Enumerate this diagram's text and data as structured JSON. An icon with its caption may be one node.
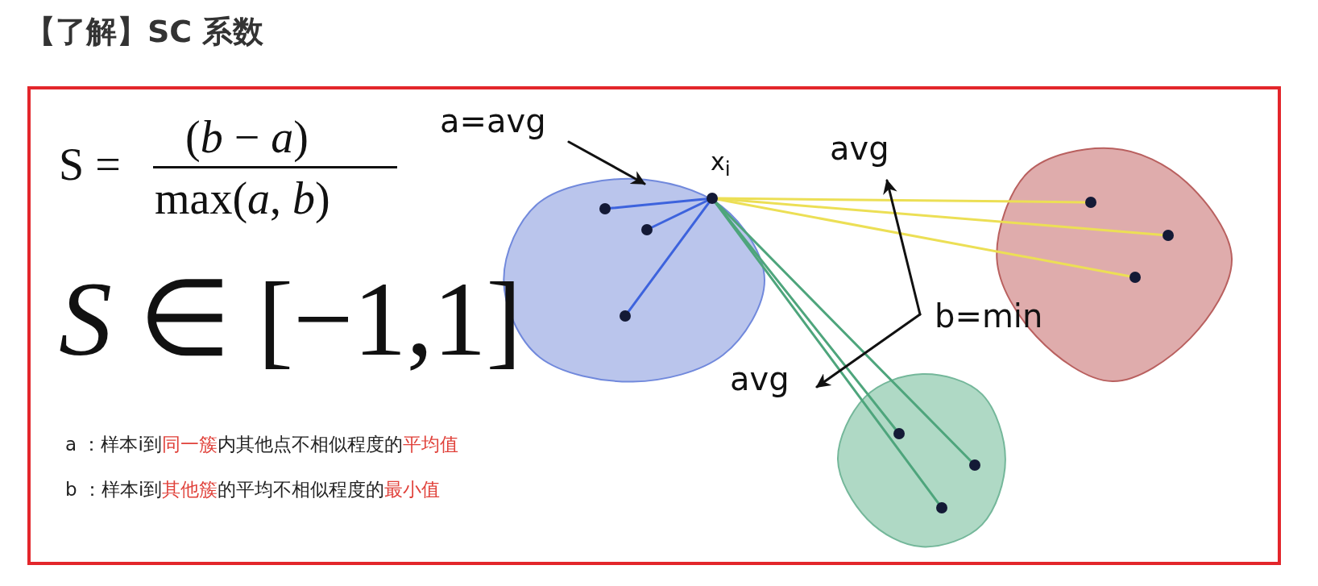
{
  "diagram": {
    "title": "【了解】SC 系数",
    "nodes": [
      {
        "text": [],
        "shape": "blob"
      },
      {
        "text": [],
        "shape": "circle",
        "in": 0,
        "beside": [
          "x$_{i}$"
        ]
      },
      {
        "text": [],
        "shape": "circle",
        "in": 0
      },
      {
        "text": [],
        "shape": "circle",
        "in": 0
      },
      {
        "text": [],
        "shape": "circle",
        "in": 0
      },
      {
        "text": [],
        "shape": "blob"
      },
      {
        "text": [],
        "shape": "circle",
        "in": 5
      },
      {
        "text": [],
        "shape": "circle",
        "in": 5
      },
      {
        "text": [],
        "shape": "circle",
        "in": 5
      },
      {
        "text": [],
        "shape": "blob"
      },
      {
        "text": [],
        "shape": "circle",
        "in": 9
      },
      {
        "text": [],
        "shape": "circle",
        "in": 9
      },
      {
        "text": [],
        "shape": "circle",
        "in": 9
      },
      {
        "text": [
          "a=avg"
        ]
      },
      {
        "text": [
          "b=min"
        ]
      },
      {
        "text": [
          "avg"
        ]
      },
      {
        "text": [
          "avg"
        ]
      }
    ],
    "edges": [
      {
        "from": 1,
        "to": 2,
        "arrow": "none",
        "color": "#3d63dd"
      },
      {
        "from": 1,
        "to": 3,
        "arrow": "none",
        "color": "#3d63dd"
      },
      {
        "from": 1,
        "to": 4,
        "arrow": "none",
        "color": "#3d63dd"
      },
      {
        "from": 1,
        "to": 6,
        "arrow": "none",
        "color": "#ecdf55"
      },
      {
        "from": 1,
        "to": 7,
        "arrow": "none",
        "color": "#ecdf55"
      },
      {
        "from": 1,
        "to": 8,
        "arrow": "none",
        "color": "#ecdf55"
      },
      {
        "from": 1,
        "to": 10,
        "arrow": "none",
        "color": "#4ea57c"
      },
      {
        "from": 1,
        "to": 11,
        "arrow": "none",
        "color": "#4ea57c"
      },
      {
        "from": 1,
        "to": 12,
        "arrow": "none",
        "color": "#4ea57c"
      },
      {
        "from": 13,
        "to": 0,
        "arrow": "to",
        "color": "#111111"
      },
      {
        "from": 14,
        "to": 15,
        "arrow": "to",
        "color": "#111111"
      },
      {
        "from": 14,
        "to": 16,
        "arrow": "to",
        "color": "#111111"
      }
    ],
    "labels": [
      "S =",
      "(*b* − *a*)",
      "max(*a*, *b*)",
      "*S* ∈ [−1,1]",
      "a ：样本i到**同一簇**内其他点不相似程度的**平均值**",
      "b ：样本i到**其他簇**的平均不相似程度的**最小值**"
    ]
  }
}
